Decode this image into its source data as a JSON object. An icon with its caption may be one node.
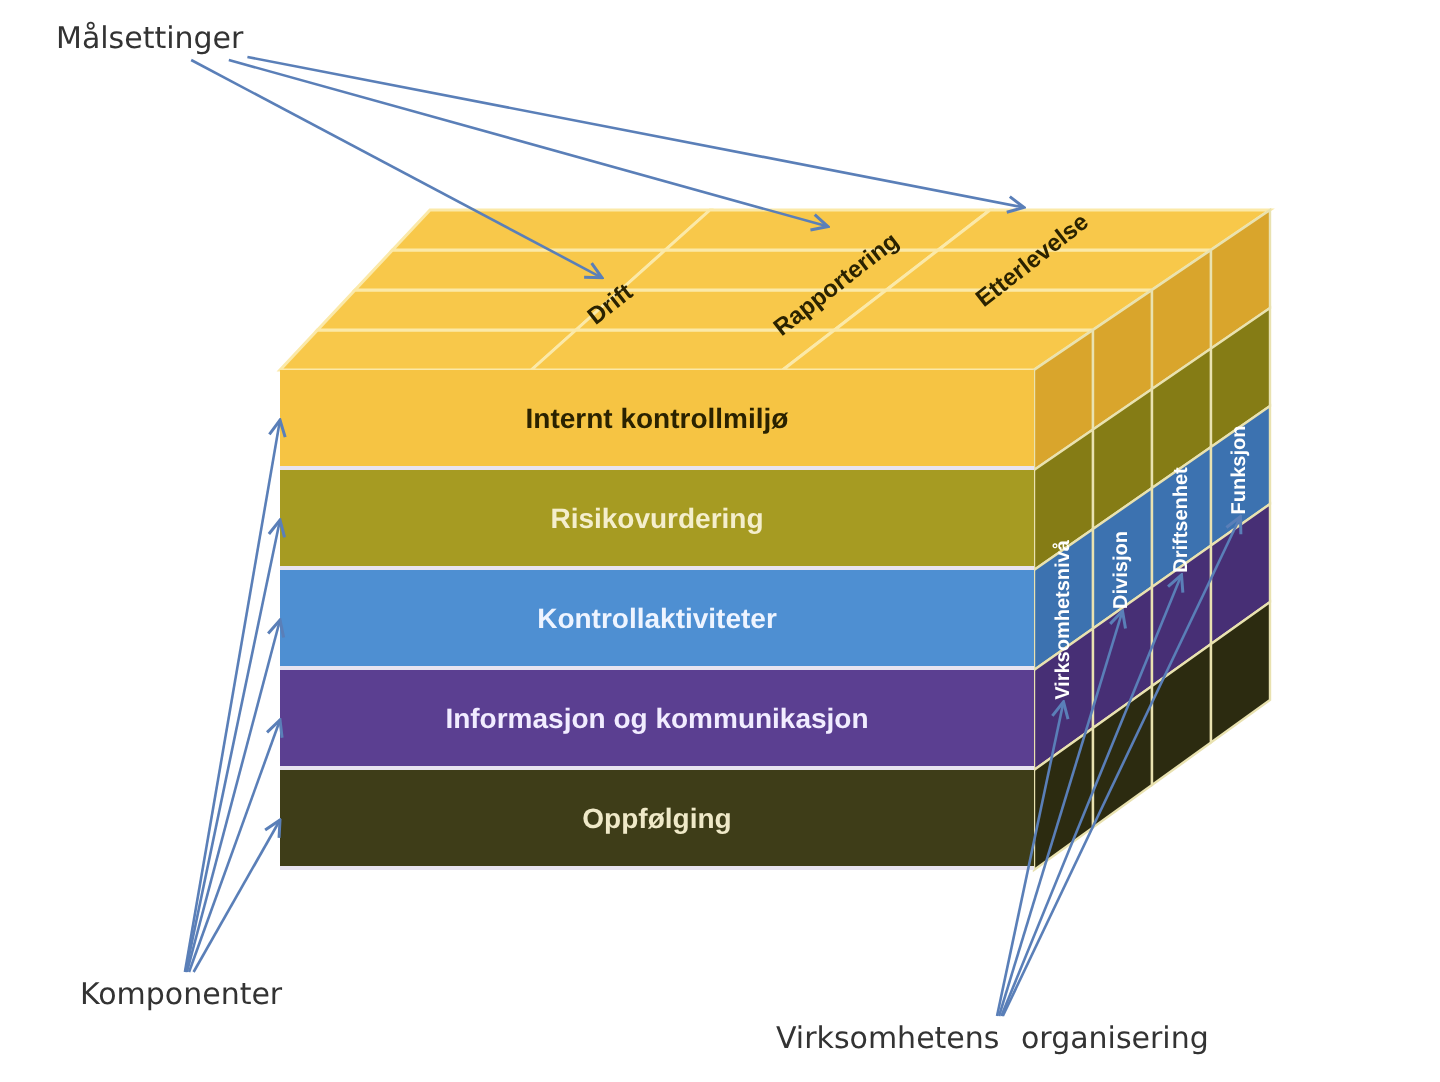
{
  "diagram": {
    "nodes": [
      {
        "text": [
          "Målsettinger"
        ]
      },
      {
        "text": [
          "Drift"
        ]
      },
      {
        "text": [
          "Rapportering"
        ]
      },
      {
        "text": [
          "Etterlevelse"
        ]
      },
      {
        "text": [
          "Internt kontrollmiljø"
        ]
      },
      {
        "text": [
          "Risikovurdering"
        ]
      },
      {
        "text": [
          "Kontrollaktiviteter"
        ]
      },
      {
        "text": [
          "Informasjon og kommunikasjon"
        ]
      },
      {
        "text": [
          "Oppfølging"
        ]
      },
      {
        "text": [
          "Virksomhetsnivå"
        ]
      },
      {
        "text": [
          "Divisjon"
        ]
      },
      {
        "text": [
          "Driftsenhet"
        ]
      },
      {
        "text": [
          "Funksjon"
        ]
      },
      {
        "text": [
          "Komponenter"
        ]
      },
      {
        "text": [
          "Virksomhetens organisering"
        ]
      }
    ],
    "edges": [
      {
        "from": 0,
        "to": 1,
        "arrow": "to"
      },
      {
        "from": 0,
        "to": 2,
        "arrow": "to"
      },
      {
        "from": 0,
        "to": 3,
        "arrow": "to"
      },
      {
        "from": 13,
        "to": 4,
        "arrow": "to"
      },
      {
        "from": 13,
        "to": 5,
        "arrow": "to"
      },
      {
        "from": 13,
        "to": 6,
        "arrow": "to"
      },
      {
        "from": 13,
        "to": 7,
        "arrow": "to"
      },
      {
        "from": 13,
        "to": 8,
        "arrow": "to"
      },
      {
        "from": 14,
        "to": 9,
        "arrow": "to"
      },
      {
        "from": 14,
        "to": 10,
        "arrow": "to"
      },
      {
        "from": 14,
        "to": 11,
        "arrow": "to"
      },
      {
        "from": 14,
        "to": 12,
        "arrow": "to"
      }
    ]
  }
}
